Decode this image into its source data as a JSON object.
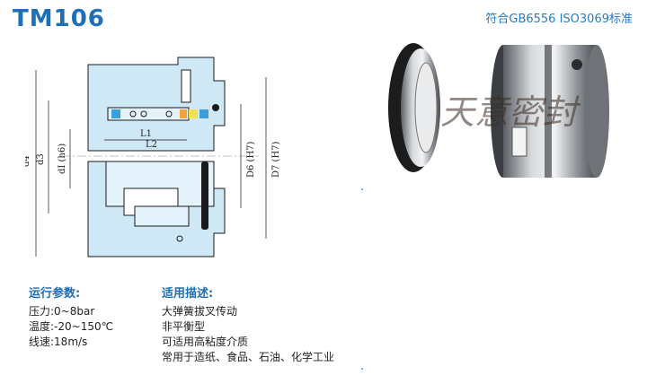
{
  "header": {
    "model": "TM106",
    "standard": "符合GB6556 ISO3069标准"
  },
  "drawing": {
    "labels": {
      "d4": "d4",
      "d3": "d3",
      "d1": "dI (h6)",
      "l1": "L1",
      "l2": "L2",
      "d6": "D6 (H7)",
      "d7": "D7 (H7)"
    },
    "colors": {
      "body": "#cfe8f6",
      "outline": "#1a1a1a",
      "orange": "#f2a33a",
      "yellow": "#f2e14a",
      "blue": "#3aa0dc",
      "gray": "#bbbbbb"
    }
  },
  "photo": {
    "watermark": "天意密封",
    "icon": "mechanical-seal-photo"
  },
  "specs": {
    "operating": {
      "title": "运行参数:",
      "items": [
        "压力:0~8bar",
        "温度:-20~150℃",
        "线速:18m/s"
      ]
    },
    "application": {
      "title": "适用描述:",
      "items": [
        "大弹簧拔叉传动",
        "非平衡型",
        "可适用高粘度介质",
        "常用于造纸、食品、石油、化学工业"
      ]
    }
  }
}
